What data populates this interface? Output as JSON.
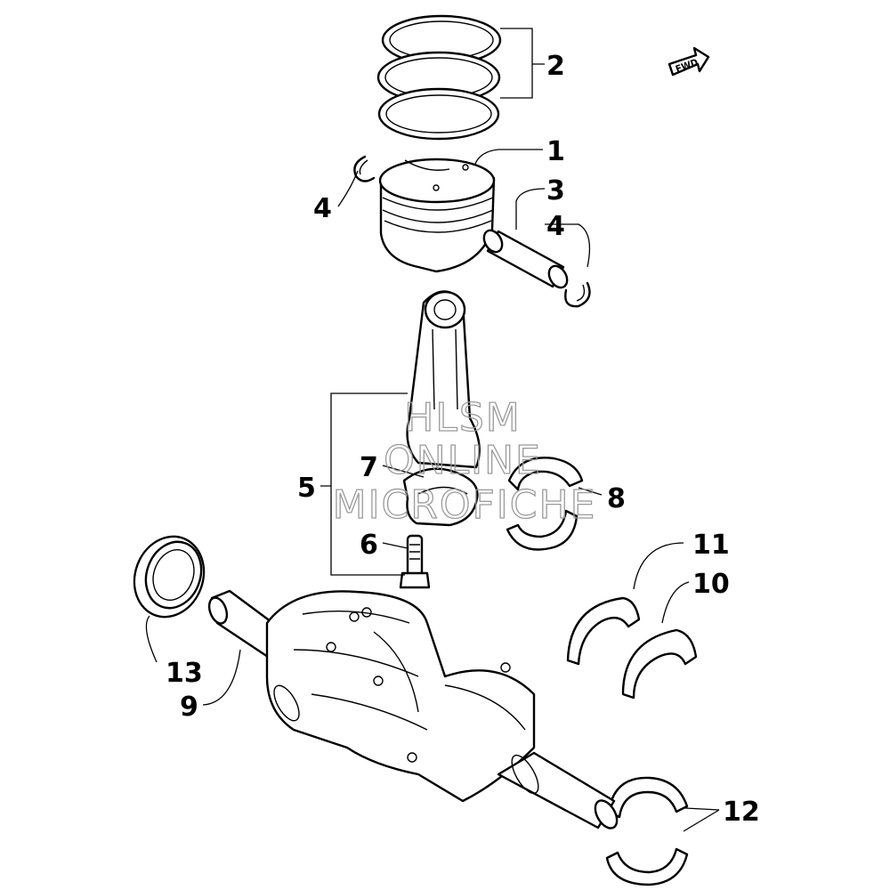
{
  "callouts": {
    "c1": "1",
    "c2": "2",
    "c3": "3",
    "c4a": "4",
    "c4b": "4",
    "c5": "5",
    "c6": "6",
    "c7": "7",
    "c8": "8",
    "c9": "9",
    "c10": "10",
    "c11": "11",
    "c12": "12",
    "c13": "13"
  },
  "fwd_label": "FWD",
  "watermark": {
    "line1": "HLSM",
    "line2": "ONLINE",
    "line3": "MICROFICHE"
  }
}
